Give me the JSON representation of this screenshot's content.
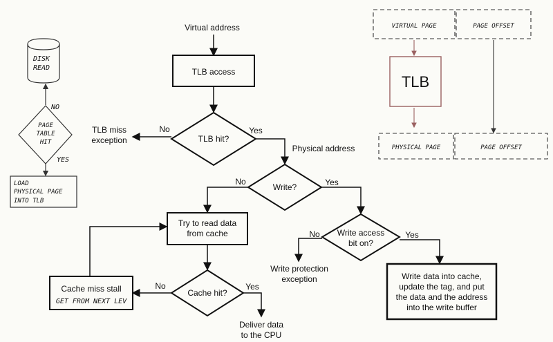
{
  "main_flow": {
    "virtual_address": "Virtual address",
    "tlb_access": "TLB access",
    "tlb_hit": "TLB hit?",
    "no_1": "No",
    "yes_1": "Yes",
    "tlb_miss_line1": "TLB miss",
    "tlb_miss_line2": "exception",
    "physical_address": "Physical address",
    "write_q": "Write?",
    "no_2": "No",
    "yes_2": "Yes",
    "try_read_line1": "Try to read data",
    "try_read_line2": "from cache",
    "write_access_line1": "Write access",
    "write_access_line2": "bit on?",
    "no_3": "No",
    "yes_3": "Yes",
    "write_prot_line1": "Write protection",
    "write_prot_line2": "exception",
    "write_data_line1": "Write data into cache,",
    "write_data_line2": "update the tag, and put",
    "write_data_line3": "the data and the address",
    "write_data_line4": "into the write buffer",
    "cache_miss_stall": "Cache miss stall",
    "get_from_next": "GET FROM NEXT LEV",
    "cache_hit": "Cache hit?",
    "no_4": "No",
    "yes_4": "Yes",
    "deliver_line1": "Deliver data",
    "deliver_line2": "to the CPU"
  },
  "left_sketch": {
    "disk_line1": "DISK",
    "disk_line2": "READ",
    "page_table_line1": "PAGE",
    "page_table_line2": "TABLE",
    "page_table_line3": "HIT",
    "no": "NO",
    "yes": "YES",
    "load_line1": "LOAD",
    "load_line2": "PHYSICAL PAGE",
    "load_line3": "INTO  TLB"
  },
  "right_sketch": {
    "virtual_page": "VIRTUAL PAGE",
    "page_offset_top": "PAGE OFFSET",
    "tlb": "TLB",
    "physical_page": "PHYSICAL PAGE",
    "page_offset_bottom": "PAGE OFFSET"
  },
  "colors": {
    "ink": "#111111",
    "pencil": "#333333",
    "red_sketch": "#9a6060",
    "paper": "#fbfbf7"
  }
}
